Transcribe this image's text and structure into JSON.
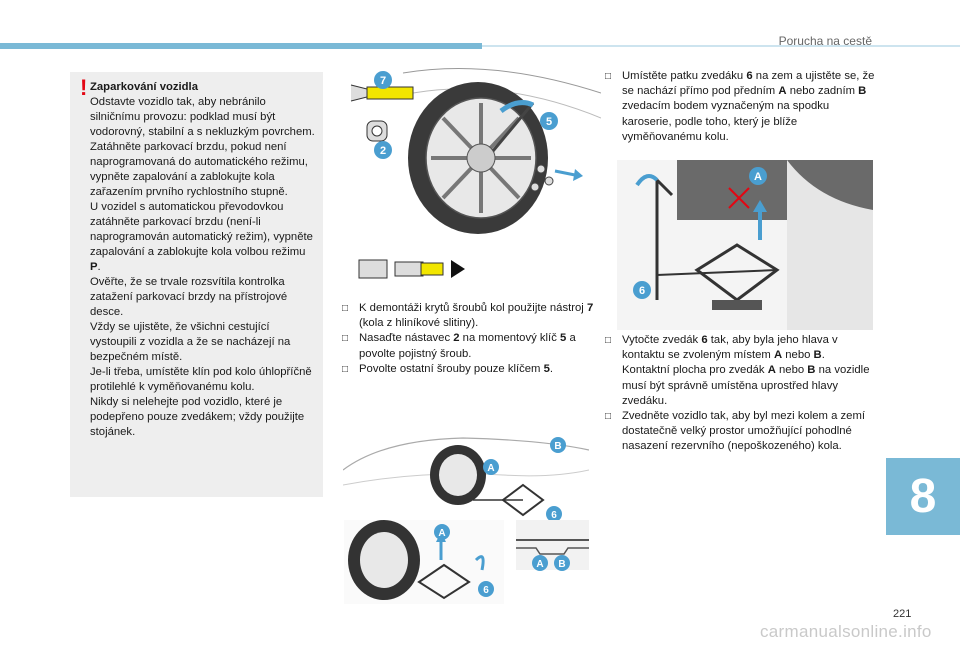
{
  "header": {
    "section_title": "Porucha na cestě"
  },
  "warning": {
    "mark": "!",
    "title": "Zaparkování vozidla",
    "paragraphs": [
      "Odstavte vozidlo tak, aby nebránilo silničnímu provozu: podklad musí být vodorovný, stabilní a s nekluzkým povrchem.",
      "Zatáhněte parkovací brzdu, pokud není naprogramovaná do automatického režimu, vypněte zapalování a zablokujte kola zařazením prvního rychlostního stupně.",
      "U vozidel s automatickou převodovkou zatáhněte parkovací brzdu (není-li naprogramován automatický režim), vypněte zapalování a zablokujte kola volbou režimu",
      "Ověřte, že se trvale rozsvítila kontrolka zatažení parkovací brzdy na přístrojové desce.",
      "Vždy se ujistěte, že všichni cestující vystoupili z vozidla a že se nacházejí na bezpečném místě.",
      "Je-li třeba, umístěte klín pod kolo úhlopříčně protilehlé k vyměňovanému kolu.",
      "Nikdy si nelehejte pod vozidlo, které je podepřeno pouze zvedákem; vždy použijte stojánek."
    ],
    "gear_letter": "P",
    "period": "."
  },
  "middle_steps": {
    "bullet": "",
    "s1_a": "K demontáži krytů šroubů kol použijte nástroj",
    "s1_num": "7",
    "s1_b": "(kola z hliníkové slitiny).",
    "s2_a": "Nasaďte nástavec",
    "s2_num": "2",
    "s2_b": "na momentový klíč",
    "s2_num2": "5",
    "s2_c": "a povolte pojistný šroub.",
    "s3_a": "Povolte ostatní šrouby pouze klíčem",
    "s3_num": "5",
    "s3_b": "."
  },
  "right_top": {
    "r1_a": "Umístěte patku zvedáku",
    "r1_num": "6",
    "r1_b": "na zem a ujistěte se, že se nachází přímo pod předním",
    "r1_A": "A",
    "r1_c": "nebo zadním",
    "r1_B": "B",
    "r1_d": "zvedacím bodem vyznačeným na spodku karoserie, podle toho, který je blíže vyměňovanému kolu."
  },
  "right_bottom": {
    "r2_a": "Vytočte zvedák",
    "r2_num": "6",
    "r2_b": "tak, aby byla jeho hlava v kontaktu se zvoleným místem",
    "r2_A": "A",
    "r2_c": "nebo",
    "r2_B": "B",
    "r2_d": ". Kontaktní plocha pro zvedák",
    "r2_A2": "A",
    "r2_e": "nebo",
    "r2_B2": "B",
    "r2_f": "na vozidle musí být správně umístěna uprostřed hlavy zvedáku.",
    "r3": "Zvedněte vozidlo tak, aby byl mezi kolem a zemí dostatečně velký prostor umožňující pohodlné nasazení rezervního (nepoškozeného) kola."
  },
  "figures": {
    "callout_7": "7",
    "callout_5": "5",
    "callout_2": "2",
    "callout_A": "A",
    "callout_B": "B",
    "callout_6": "6"
  },
  "chapter": "8",
  "page_number": "221",
  "watermark": "carmanualsonline.info",
  "colors": {
    "accent": "#7ab9d6",
    "callout": "#4a9ed0",
    "warning": "#e30613",
    "highlight": "#f2e600"
  }
}
